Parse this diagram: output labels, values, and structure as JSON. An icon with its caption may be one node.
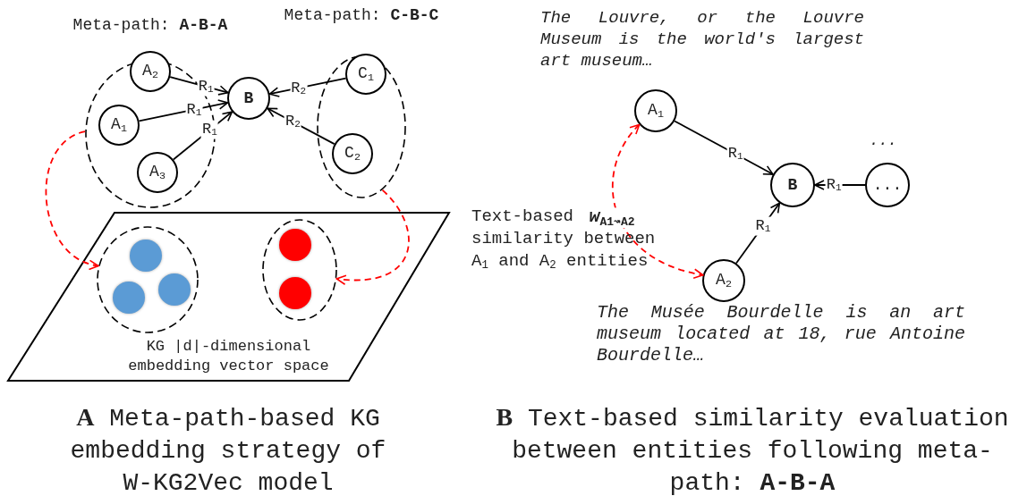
{
  "diagram": {
    "nodes": [
      {
        "text": [
          "Meta-path: **A-B-A**"
        ]
      },
      {
        "text": [
          "A$_{2}$"
        ],
        "in": 0
      },
      {
        "text": [
          "A$_{1}$"
        ],
        "in": 0
      },
      {
        "text": [
          "A$_{3}$"
        ],
        "in": 0
      },
      {
        "text": [
          "B"
        ]
      },
      {
        "text": [
          "Meta-path: **C-B-C**"
        ]
      },
      {
        "text": [
          "C$_{1}$"
        ],
        "in": 5
      },
      {
        "text": [
          "C$_{2}$"
        ],
        "in": 5
      },
      {
        "text": [
          "KG |d|-dimensional embedding vector space"
        ]
      },
      {
        "text": [],
        "shape": "ellipse",
        "in": 8
      },
      {
        "text": [],
        "shape": "circle",
        "in": 9
      },
      {
        "text": [],
        "shape": "circle",
        "in": 9
      },
      {
        "text": [],
        "shape": "circle",
        "in": 9
      },
      {
        "text": [],
        "shape": "ellipse",
        "in": 8
      },
      {
        "text": [],
        "shape": "circle",
        "in": 13
      },
      {
        "text": [],
        "shape": "circle",
        "in": 13
      },
      {
        "text": [
          "A$_{1}$"
        ],
        "beside": [
          "The Louvre, or the Louvre Museum is the world's largest art museum…"
        ]
      },
      {
        "text": [
          "B"
        ]
      },
      {
        "text": [
          "..."
        ],
        "beside": [
          "..."
        ]
      },
      {
        "text": [
          "A$_{2}$"
        ],
        "beside": [
          "The Musée Bourdelle is an art museum located at 18, rue Antoine Bourdelle…"
        ]
      }
    ],
    "edges": [
      {
        "from": 1,
        "to": 4,
        "arrow": "to",
        "label": "R$_{1}$"
      },
      {
        "from": 2,
        "to": 4,
        "arrow": "to",
        "label": "R$_{1}$"
      },
      {
        "from": 3,
        "to": 4,
        "arrow": "to",
        "label": "R$_{1}$"
      },
      {
        "from": 6,
        "to": 4,
        "arrow": "to",
        "label": "R$_{2}$"
      },
      {
        "from": 7,
        "to": 4,
        "arrow": "to",
        "label": "R$_{2}$"
      },
      {
        "from": 0,
        "to": 9,
        "arrow": "to",
        "style": "dashed",
        "color": "#ff0000"
      },
      {
        "from": 5,
        "to": 13,
        "arrow": "to",
        "style": "dashed",
        "color": "#ff0000"
      },
      {
        "from": 16,
        "to": 17,
        "arrow": "to",
        "label": "R$_{1}$"
      },
      {
        "from": 19,
        "to": 17,
        "arrow": "to",
        "label": "R$_{1}$"
      },
      {
        "from": 18,
        "to": 17,
        "arrow": "to",
        "label": "R$_{1}$"
      },
      {
        "from": 16,
        "to": 19,
        "arrow": "both",
        "style": "dashed",
        "color": "#ff0000",
        "label": "*w*$_{A1↝A2}$"
      }
    ],
    "labels": [
      "Text-based similarity between A$_{1}$ and A$_{2}$ entities",
      "**A** Meta-path-based KG embedding strategy of W-KG2Vec model",
      "**B** Text-based similarity evaluation between entities following meta-path: **A-B-A**"
    ]
  }
}
